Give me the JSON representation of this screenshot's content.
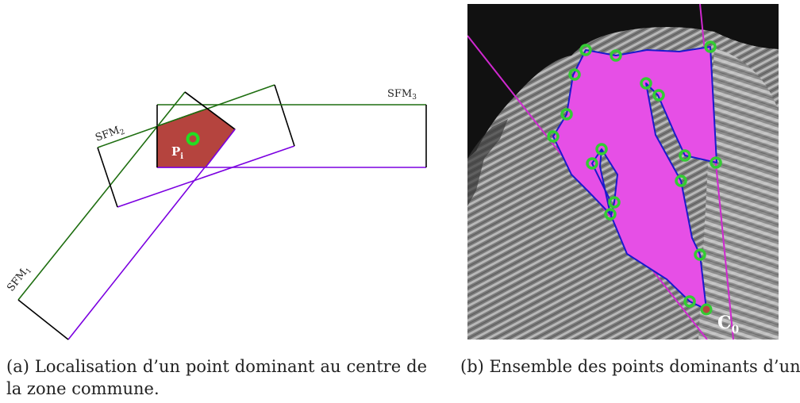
{
  "figure_a": {
    "labels": {
      "sfm1": "SFM",
      "sfm1_sub": "1",
      "sfm2": "SFM",
      "sfm2_sub": "2",
      "sfm3": "SFM",
      "sfm3_sub": "3",
      "point": "P",
      "point_sub": "i"
    },
    "colors": {
      "sfm1_rect": "#7B00E0",
      "sfm2_rect": "#1E6E10",
      "sfm3_rect": "#000000",
      "common_zone": "#B5443E",
      "point_marker": "#22DD22"
    },
    "caption": "(a) Localisation d’un point dominant au centre de la zone commune."
  },
  "figure_b": {
    "labels": {
      "c0": "C",
      "c0_sub": "0"
    },
    "colors": {
      "region_fill": "#E64FE6",
      "contour": "#1A1ACC",
      "sector_lines": "#D028D0",
      "dominant_points": "#33CC33",
      "origin_point": "#B5443E"
    },
    "caption": "(b) Ensemble des points dominants d’un contour de nœud."
  }
}
